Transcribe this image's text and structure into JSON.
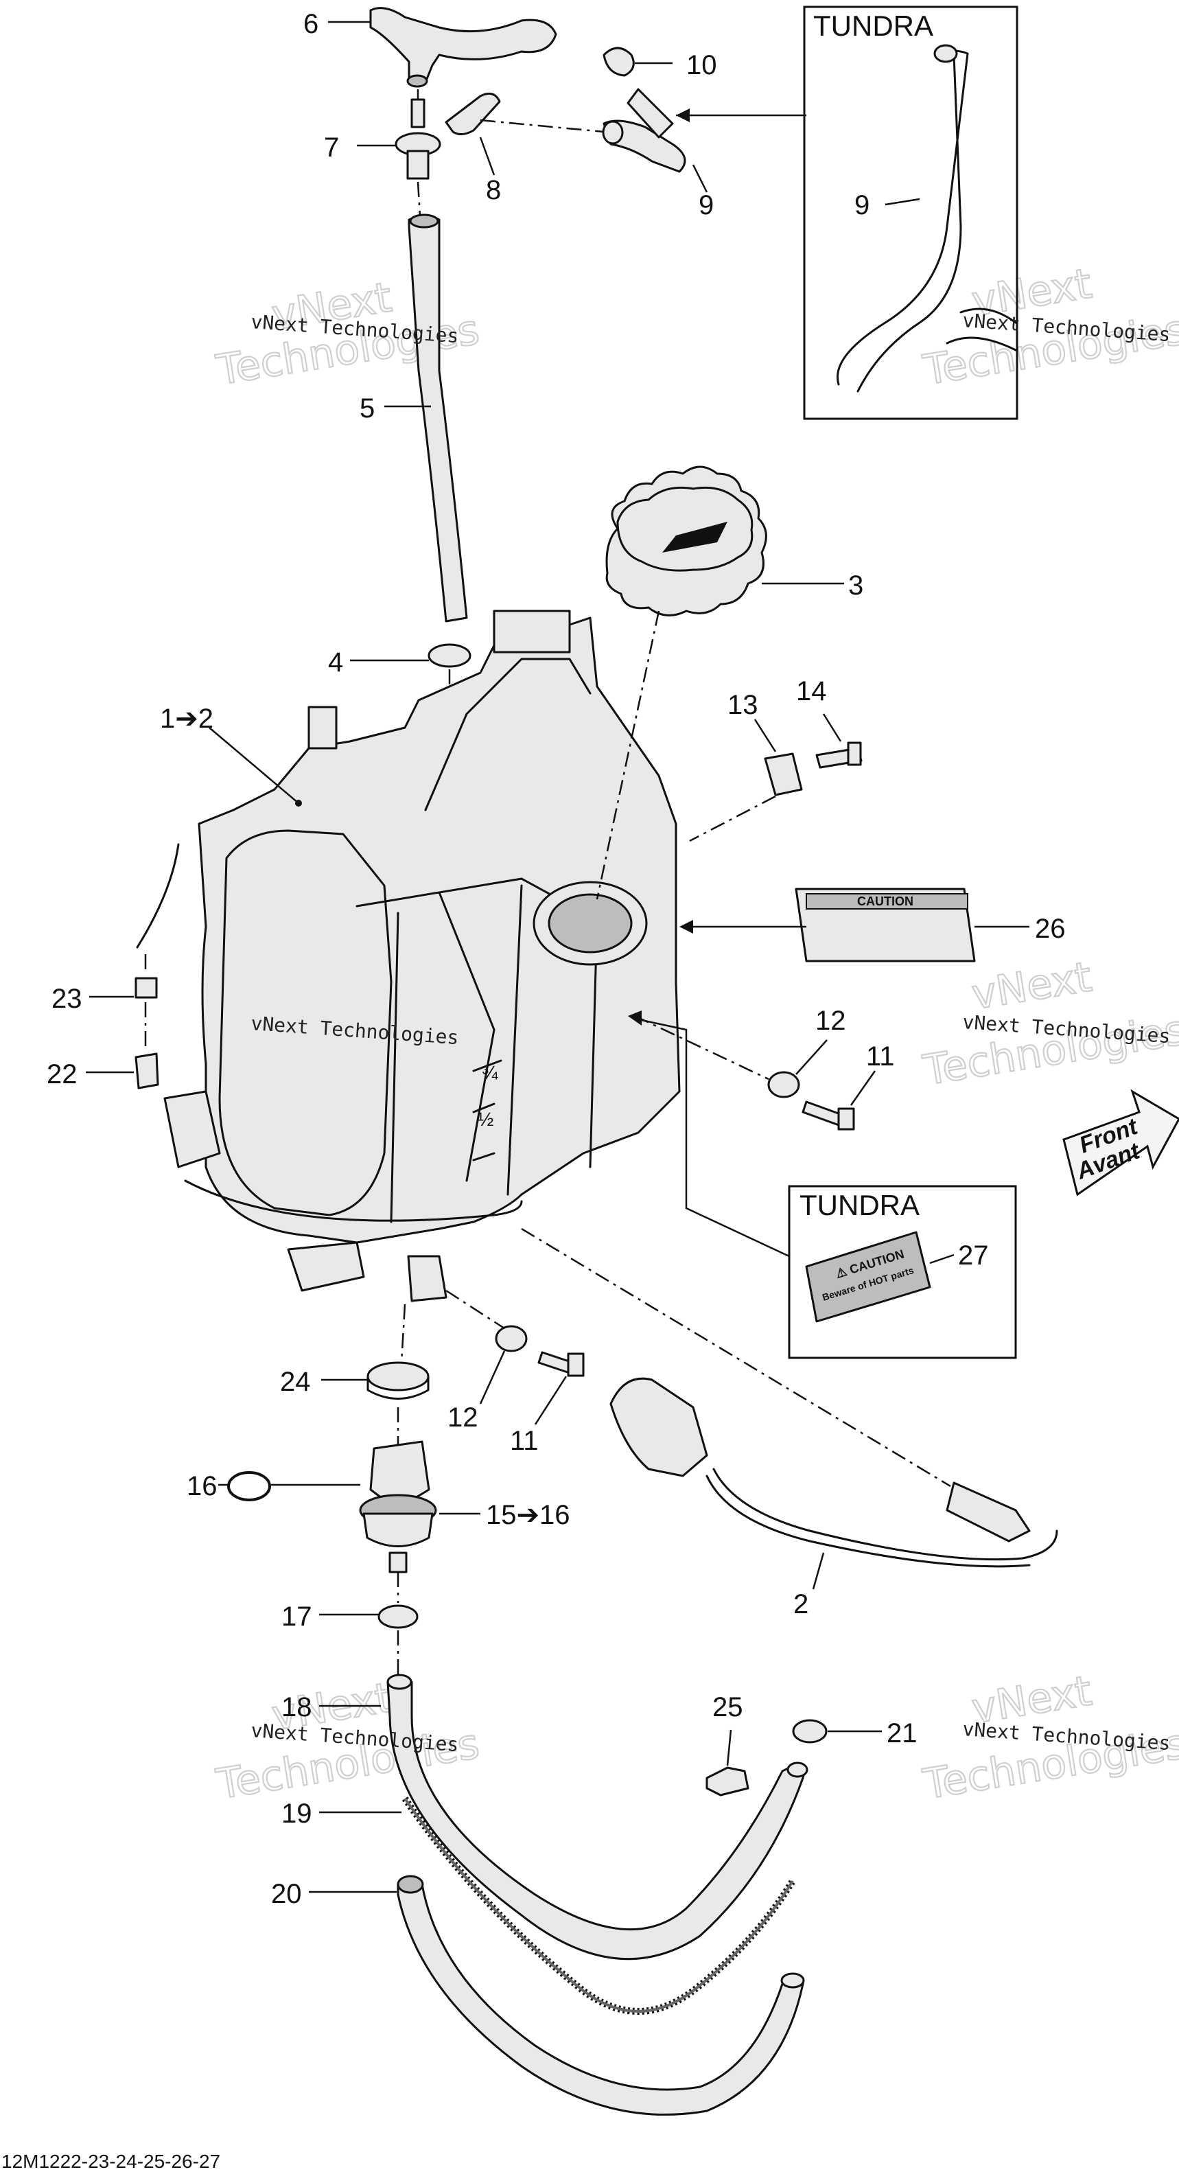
{
  "diagram": {
    "reference": "12M1222-23-24-25-26-27",
    "watermark_text": "vNext Technologies",
    "watermark_big_lines": [
      "vNext",
      "Technologies"
    ],
    "box_label": "TUNDRA",
    "caution_label": "CAUTION",
    "label_27_lines": [
      "⚠ CAUTION",
      "Beware of HOT parts"
    ],
    "front_lines": [
      "Front",
      "Avant"
    ],
    "callouts": {
      "c1": "1➔2",
      "c2": "2",
      "c3": "3",
      "c4": "4",
      "c5": "5",
      "c6": "6",
      "c7": "7",
      "c8": "8",
      "c9a": "9",
      "c9b": "9",
      "c10": "10",
      "c11a": "11",
      "c11b": "11",
      "c12a": "12",
      "c12b": "12",
      "c13": "13",
      "c14": "14",
      "c15": "15➔16",
      "c16": "16",
      "c17": "17",
      "c18": "18",
      "c19": "19",
      "c20": "20",
      "c21": "21",
      "c22": "22",
      "c23": "23",
      "c24": "24",
      "c25": "25",
      "c26": "26",
      "c27": "27"
    }
  }
}
